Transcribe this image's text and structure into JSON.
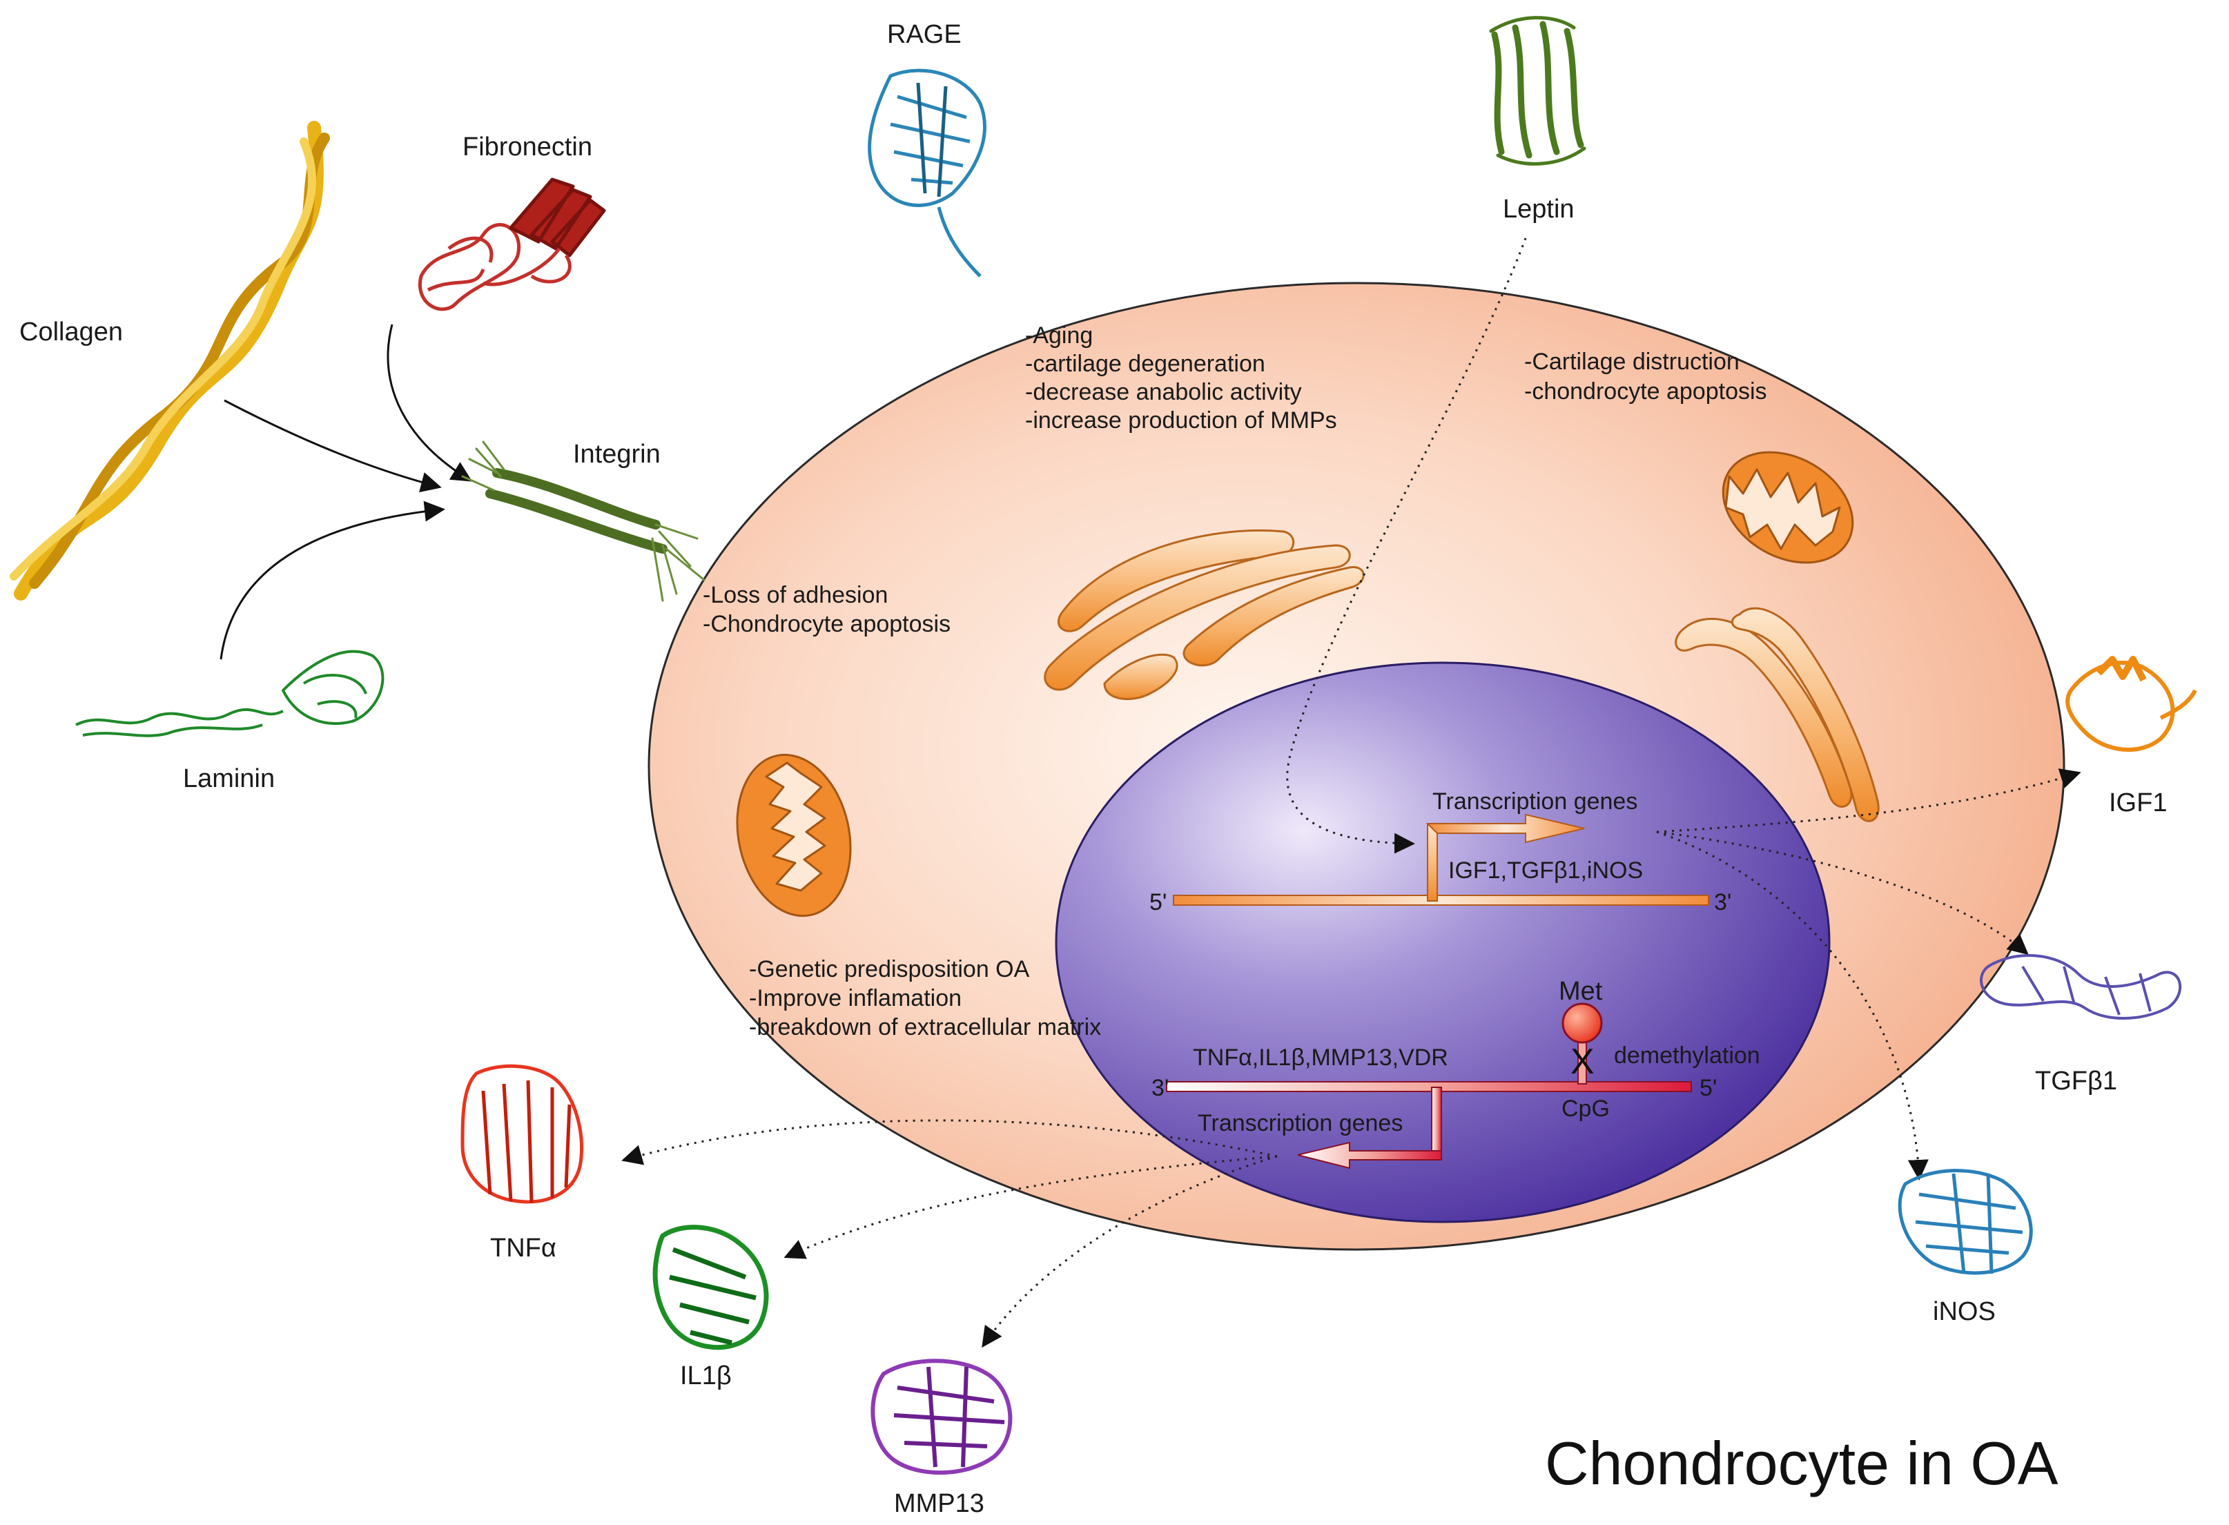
{
  "title": "Chondrocyte in OA",
  "colors": {
    "cell_fill": "#f9c2a6",
    "nucleus_fill": "#6a4bb8",
    "organelle": "#f39a45",
    "collagen": "#e9b317",
    "fibronectin": "#c4302b",
    "rage": "#2b86b7",
    "leptin": "#4c7a1e",
    "integrin": "#4d6e22",
    "laminin": "#1f8a2a",
    "igf1": "#ee8b12",
    "tgfb1": "#5a50b0",
    "inos": "#2980b9",
    "tnfa": "#e8351f",
    "il1b": "#1c8f25",
    "mmp13": "#8e3ab5",
    "met": "#e8351f"
  },
  "proteins": {
    "collagen": "Collagen",
    "fibronectin": "Fibronectin",
    "rage": "RAGE",
    "leptin": "Leptin",
    "integrin": "Integrin",
    "laminin": "Laminin",
    "igf1": "IGF1",
    "tgfb1": "TGFβ1",
    "inos": "iNOS",
    "tnfa": "TNFα",
    "il1b": "IL1β",
    "mmp13": "MMP13"
  },
  "notes": {
    "aging": [
      "-Aging",
      "-cartilage degeneration",
      "-decrease anabolic activity",
      "-increase production of MMPs"
    ],
    "destruction": [
      "-Cartilage distruction",
      "-chondrocyte apoptosis"
    ],
    "adhesion": [
      "-Loss of adhesion",
      "-Chondrocyte apoptosis"
    ],
    "genetic": [
      "-Genetic predisposition OA",
      "-Improve inflamation",
      "-breakdown of extracellular matrix"
    ]
  },
  "upper_strand": {
    "label": "Transcription genes",
    "genes": "IGF1,TGFβ1,iNOS",
    "end_left": "5'",
    "end_right": "3'"
  },
  "lower_strand": {
    "label": "Transcription genes",
    "genes": "TNFα,IL1β,MMP13,VDR",
    "end_left": "3'",
    "end_right": "5'",
    "met": "Met",
    "block_mark": "X",
    "demethylation": "demethylation",
    "cpg": "CpG"
  }
}
